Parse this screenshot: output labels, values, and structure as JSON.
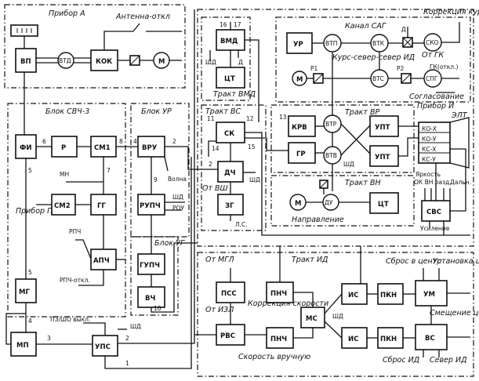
{
  "titles": {
    "pribor_a": "Прибор А",
    "antenna": "Антенна-откл",
    "blok_svch": "Блок СВЧ-3",
    "blok_ur": "Блок УР",
    "blok_ug": "Блок УГ",
    "pribor_p": "Прибор П",
    "kanal_sag": "Канал САГ",
    "trakt_vmd": "Тракт ВМД",
    "trakt_vs": "Тракт ВС",
    "trakt_vr": "Тракт ВР",
    "trakt_vn": "Тракт ВН",
    "trakt_id": "Тракт ИД",
    "pribor_i": "Прибор И",
    "elt": "ЭЛТ",
    "korrekciya_kursa": "Коррекция курса",
    "ot_gk": "От ГК",
    "gk_otkl": "ГК(откл.)",
    "soglasovanie": "Согласование",
    "kurs_sever": "Курс-север-север ИД",
    "napravlenie": "Направление",
    "yarkost": "Яркость",
    "ok_vn_razd": "ОК ВН разд.",
    "dalnost": "Дальн.",
    "usilenie": "Усиление",
    "ot_mgl": "От МГЛ",
    "ot_izl": "От ИЗЛ",
    "korrekciya_skorosti": "Коррекция скорости",
    "skorost_vruchnuyu": "Скорость вручную",
    "sbros_v_centr": "Сброс в центр",
    "ustanovka_centra": "Установка центра",
    "smeshchenie_centra": "Смещение центра",
    "sbros_id": "Сброс ИД",
    "sever_id": "Север ИД",
    "pzu": "ПЗ/ШО выкл.",
    "rpch": "РПЧ",
    "rpch_otkl": "РПЧ-откл.",
    "mn": "МН",
    "volna": "Волна",
    "ot_vsh": "От ВШ",
    "ls": "Л.С.",
    "shd": "ШД",
    "d": "Д",
    "rou": "РОУ"
  },
  "blocks": {
    "vp": "ВП",
    "vtd": "ВТД",
    "kok": "КОК",
    "m_a": "М",
    "fi": "ФИ",
    "r": "Р",
    "sm1": "СМ1",
    "sm2": "СМ2",
    "gg": "ГГ",
    "apch": "АПЧ",
    "mg": "МГ",
    "mp": "МП",
    "ups": "УПС",
    "vru": "ВРУ",
    "rupch": "РУПЧ",
    "gupch": "ГУПЧ",
    "vch": "ВЧ",
    "vmd": "ВМД",
    "ct_vmd": "ЦТ",
    "sk": "СК",
    "dch": "ДЧ",
    "zg": "ЗГ",
    "ur": "УР",
    "vtp": "ВТП",
    "vtk": "ВТК",
    "m_sag": "М",
    "vts": "ВТС",
    "sko": "СКО",
    "spg": "СПГ",
    "r1": "Р1",
    "r2": "Р2",
    "krv": "КРВ",
    "gr": "ГР",
    "vtr": "ВТР",
    "vtv": "ВТВ",
    "upt1": "УПТ",
    "upt2": "УПТ",
    "m_vn": "М",
    "du": "ДУ",
    "ct_vn": "ЦТ",
    "ko_x": "КО-Х",
    "ko_u": "КО-У",
    "ks_x": "КС-Х",
    "ks_u": "КС-У",
    "svs": "СВС",
    "pss": "ПСС",
    "rvs": "РВС",
    "pnch1": "ПНЧ",
    "pnch2": "ПНЧ",
    "ms": "МС",
    "is1": "ИС",
    "is2": "ИС",
    "pkn1": "ПКН",
    "pkn2": "ПКН",
    "um": "УМ",
    "vs": "ВС"
  },
  "numbers": {
    "n1": "1",
    "n2": "2",
    "n3": "3",
    "n4": "4",
    "n5": "5",
    "n6": "6",
    "n7": "7",
    "n8": "8",
    "n9": "9",
    "n10": "10",
    "n11": "11",
    "n12": "12",
    "n13": "13",
    "n14": "14",
    "n15": "15",
    "n16": "16",
    "n17": "17"
  }
}
